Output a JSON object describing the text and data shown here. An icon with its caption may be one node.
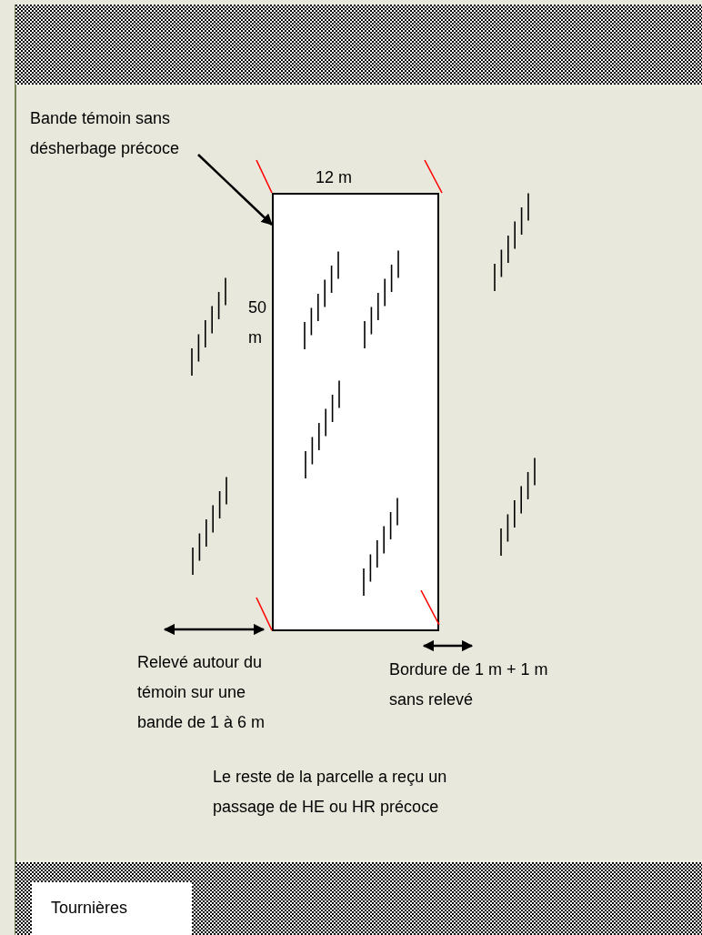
{
  "diagram": {
    "nodes": [
      {
        "text": [],
        "shape": "bar"
      },
      {
        "text": [
          "Bande témoin sans désherbage précoce"
        ]
      },
      {
        "text": [],
        "shape": "box",
        "beside": [
          "12 m",
          "50 m"
        ]
      },
      {
        "text": [],
        "shape": "bar"
      },
      {
        "text": [
          "Tournières"
        ],
        "in": 3
      }
    ],
    "edges": [
      {
        "from": 1,
        "to": 2,
        "arrow": "to"
      }
    ],
    "labels": [
      "Relevé autour du témoin sur une bande de 1 à 6 m",
      "Bordure de 1 m + 1 m sans relevé",
      "Le reste de la parcelle a reçu un passage de HE ou HR précoce"
    ]
  }
}
